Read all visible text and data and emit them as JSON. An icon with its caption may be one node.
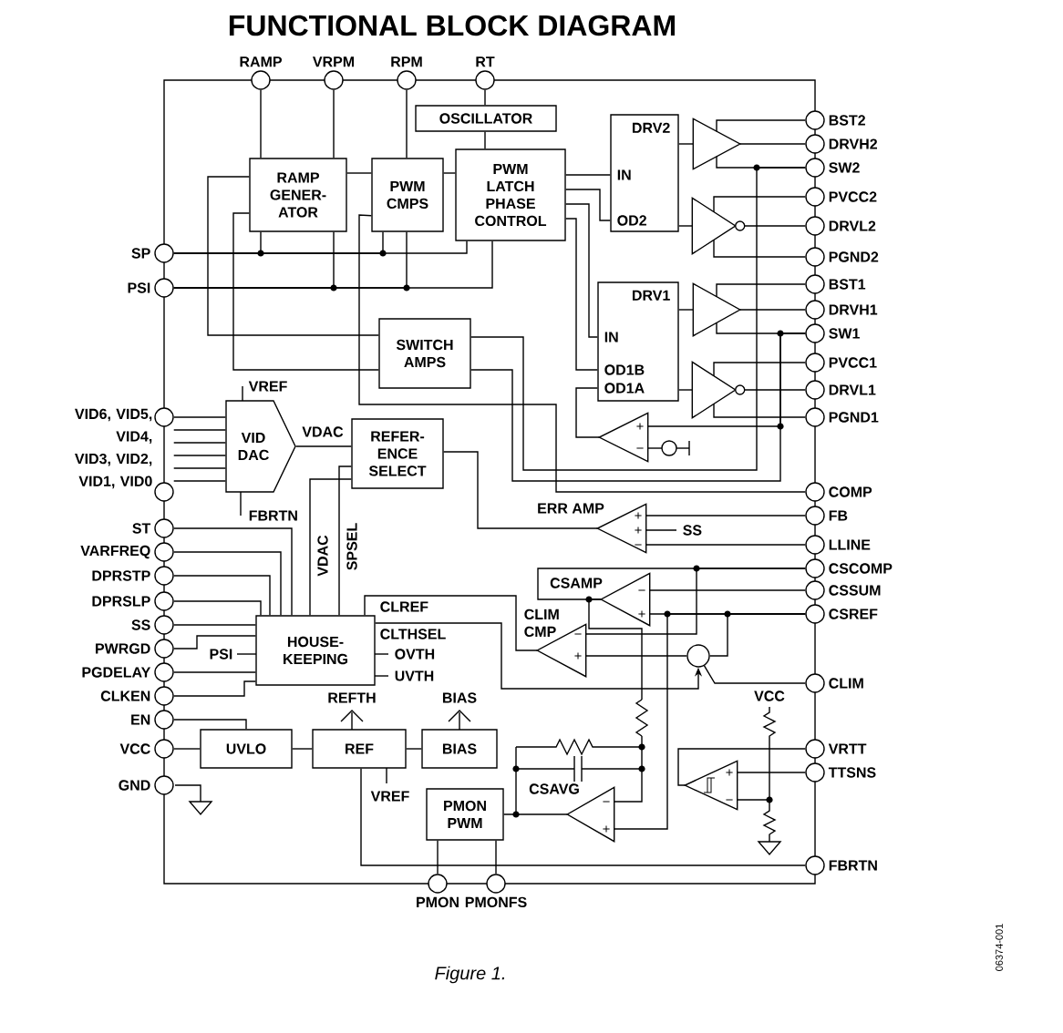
{
  "diagram": {
    "title": "FUNCTIONAL BLOCK DIAGRAM",
    "caption": "Figure 1.",
    "nodes": [
      {
        "text": [
          "RAMP"
        ]
      },
      {
        "text": [
          "VRPM"
        ]
      },
      {
        "text": [
          "RPM"
        ]
      },
      {
        "text": [
          "RT"
        ]
      },
      {
        "text": [
          "OSCILLATOR"
        ]
      },
      {
        "text": [
          "RAMP GENER- ATOR"
        ]
      },
      {
        "text": [
          "PWM CMPS"
        ]
      },
      {
        "text": [
          "PWM LATCH PHASE CONTROL"
        ]
      },
      {
        "text": [
          "DRV2",
          "IN",
          "OD2"
        ]
      },
      {
        "text": [],
        "shape": "triangle"
      },
      {
        "text": [],
        "shape": "triangle"
      },
      {
        "text": [
          "BST2"
        ]
      },
      {
        "text": [
          "DRVH2"
        ]
      },
      {
        "text": [
          "SW2"
        ]
      },
      {
        "text": [
          "PVCC2"
        ]
      },
      {
        "text": [
          "DRVL2"
        ]
      },
      {
        "text": [
          "PGND2"
        ]
      },
      {
        "text": [
          "SP"
        ]
      },
      {
        "text": [
          "PSI"
        ]
      },
      {
        "text": [
          "DRV1",
          "IN",
          "OD1B",
          "OD1A"
        ]
      },
      {
        "text": [],
        "shape": "triangle"
      },
      {
        "text": [],
        "shape": "triangle"
      },
      {
        "text": [
          "BST1"
        ]
      },
      {
        "text": [
          "DRVH1"
        ]
      },
      {
        "text": [
          "SW1"
        ]
      },
      {
        "text": [
          "PVCC1"
        ]
      },
      {
        "text": [
          "DRVL1"
        ]
      },
      {
        "text": [
          "PGND1"
        ]
      },
      {
        "text": [
          "SWITCH AMPS"
        ]
      },
      {
        "text": [],
        "shape": "triangle"
      },
      {
        "text": [
          "VID6, VID5, VID4, VID3, VID2, VID1, VID0"
        ]
      },
      {
        "text": [
          "VID DAC"
        ],
        "beside": [
          "VREF",
          "FBRTN"
        ]
      },
      {
        "text": [
          "REFER- ENCE SELECT"
        ]
      },
      {
        "text": [
          "COMP"
        ]
      },
      {
        "text": [
          "ERR AMP"
        ],
        "beside": [
          "SS"
        ]
      },
      {
        "text": [
          "FB"
        ]
      },
      {
        "text": [
          "LLINE"
        ]
      },
      {
        "text": [
          "CSCOMP"
        ]
      },
      {
        "text": [
          "CSSUM"
        ]
      },
      {
        "text": [
          "CSREF"
        ]
      },
      {
        "text": [
          "ST"
        ]
      },
      {
        "text": [
          "VARFREQ"
        ]
      },
      {
        "text": [
          "DPRSTP"
        ]
      },
      {
        "text": [
          "DPRSLP"
        ]
      },
      {
        "text": [
          "SS"
        ]
      },
      {
        "text": [
          "PWRGD"
        ]
      },
      {
        "text": [
          "PGDELAY"
        ]
      },
      {
        "text": [
          "CLKEN"
        ]
      },
      {
        "text": [
          "CSAMP"
        ]
      },
      {
        "text": [
          "CLIM CMP"
        ]
      },
      {
        "text": [],
        "shape": "circle"
      },
      {
        "text": [
          "HOUSE- KEEPING"
        ],
        "beside": [
          "PSI",
          "OVTH",
          "UVTH"
        ]
      },
      {
        "text": [
          "CLIM"
        ]
      },
      {
        "text": [
          "EN"
        ]
      },
      {
        "text": [
          "VCC"
        ]
      },
      {
        "text": [
          "GND"
        ]
      },
      {
        "text": [
          "UVLO"
        ]
      },
      {
        "text": [
          "REF"
        ],
        "beside": [
          "REFTH",
          "VREF"
        ]
      },
      {
        "text": [
          "BIAS"
        ],
        "beside": [
          "BIAS"
        ]
      },
      {
        "text": [
          "VRTT"
        ]
      },
      {
        "text": [
          "TTSNS"
        ]
      },
      {
        "text": [],
        "shape": "triangle"
      },
      {
        "text": [
          "CSAVG"
        ]
      },
      {
        "text": [
          "PMON PWM"
        ]
      },
      {
        "text": [
          "FBRTN"
        ]
      },
      {
        "text": [
          "PMON"
        ]
      },
      {
        "text": [
          "PMONFS"
        ]
      }
    ],
    "edges": [
      {
        "from": 0,
        "to": 5,
        "arrow": "none"
      },
      {
        "from": 1,
        "to": 5,
        "arrow": "none"
      },
      {
        "from": 2,
        "to": 6,
        "arrow": "none"
      },
      {
        "from": 3,
        "to": 4,
        "arrow": "none"
      },
      {
        "from": 4,
        "to": 7,
        "arrow": "none"
      },
      {
        "from": 5,
        "to": 6,
        "arrow": "none"
      },
      {
        "from": 6,
        "to": 7,
        "arrow": "none"
      },
      {
        "from": 17,
        "to": 7,
        "arrow": "none"
      },
      {
        "from": 18,
        "to": 7,
        "arrow": "none"
      },
      {
        "from": 7,
        "to": 8,
        "arrow": "none"
      },
      {
        "from": 7,
        "to": 8,
        "arrow": "none"
      },
      {
        "from": 7,
        "to": 19,
        "arrow": "none"
      },
      {
        "from": 7,
        "to": 19,
        "arrow": "none"
      },
      {
        "from": 8,
        "to": 9,
        "arrow": "none"
      },
      {
        "from": 8,
        "to": 10,
        "arrow": "none"
      },
      {
        "from": 9,
        "to": 12,
        "arrow": "none"
      },
      {
        "from": 11,
        "to": 9,
        "arrow": "none"
      },
      {
        "from": 9,
        "to": 13,
        "arrow": "none"
      },
      {
        "from": 10,
        "to": 15,
        "arrow": "none"
      },
      {
        "from": 14,
        "to": 10,
        "arrow": "none"
      },
      {
        "from": 10,
        "to": 16,
        "arrow": "none"
      },
      {
        "from": 19,
        "to": 20,
        "arrow": "none"
      },
      {
        "from": 19,
        "to": 21,
        "arrow": "none"
      },
      {
        "from": 20,
        "to": 23,
        "arrow": "none"
      },
      {
        "from": 22,
        "to": 20,
        "arrow": "none"
      },
      {
        "from": 20,
        "to": 24,
        "arrow": "none"
      },
      {
        "from": 21,
        "to": 26,
        "arrow": "none"
      },
      {
        "from": 25,
        "to": 21,
        "arrow": "none"
      },
      {
        "from": 21,
        "to": 27,
        "arrow": "none"
      },
      {
        "from": 29,
        "to": 19,
        "arrow": "none"
      },
      {
        "from": 24,
        "to": 29,
        "arrow": "none"
      },
      {
        "from": 28,
        "to": 13,
        "arrow": "none"
      },
      {
        "from": 28,
        "to": 24,
        "arrow": "none"
      },
      {
        "from": 5,
        "to": 28,
        "arrow": "none"
      },
      {
        "from": 5,
        "to": 28,
        "arrow": "none"
      },
      {
        "from": 6,
        "to": 33,
        "arrow": "none"
      },
      {
        "from": 30,
        "to": 31,
        "arrow": "none"
      },
      {
        "from": 31,
        "to": 32,
        "arrow": "none"
      },
      {
        "from": 32,
        "to": 34,
        "arrow": "none"
      },
      {
        "from": 35,
        "to": 34,
        "arrow": "none"
      },
      {
        "from": 36,
        "to": 34,
        "arrow": "none"
      },
      {
        "from": 48,
        "to": 37,
        "arrow": "none"
      },
      {
        "from": 38,
        "to": 48,
        "arrow": "none"
      },
      {
        "from": 37,
        "to": 49,
        "arrow": "none"
      },
      {
        "from": 39,
        "to": 48,
        "arrow": "none"
      },
      {
        "from": 39,
        "to": 62,
        "arrow": "none"
      },
      {
        "from": 39,
        "to": 50,
        "arrow": "none"
      },
      {
        "from": 52,
        "to": 50,
        "arrow": "none"
      },
      {
        "from": 50,
        "to": 49,
        "arrow": "none"
      },
      {
        "from": 49,
        "to": 51,
        "arrow": "none"
      },
      {
        "from": 51,
        "to": 50,
        "arrow": "to"
      },
      {
        "from": 40,
        "to": 51,
        "arrow": "none"
      },
      {
        "from": 41,
        "to": 51,
        "arrow": "none"
      },
      {
        "from": 42,
        "to": 51,
        "arrow": "none"
      },
      {
        "from": 43,
        "to": 51,
        "arrow": "none"
      },
      {
        "from": 44,
        "to": 51,
        "arrow": "none"
      },
      {
        "from": 45,
        "to": 51,
        "arrow": "none"
      },
      {
        "from": 46,
        "to": 51,
        "arrow": "none"
      },
      {
        "from": 47,
        "to": 51,
        "arrow": "none"
      },
      {
        "from": 51,
        "to": 32,
        "arrow": "none"
      },
      {
        "from": 32,
        "to": 51,
        "arrow": "none"
      },
      {
        "from": 53,
        "to": 56,
        "arrow": "none"
      },
      {
        "from": 54,
        "to": 56,
        "arrow": "none"
      },
      {
        "from": 56,
        "to": 57,
        "arrow": "none"
      },
      {
        "from": 57,
        "to": 58,
        "arrow": "none"
      },
      {
        "from": 57,
        "to": 64,
        "arrow": "none"
      },
      {
        "from": 62,
        "to": 63,
        "arrow": "none"
      },
      {
        "from": 48,
        "to": 62,
        "arrow": "none"
      },
      {
        "from": 63,
        "to": 65,
        "arrow": "none"
      },
      {
        "from": 63,
        "to": 66,
        "arrow": "none"
      },
      {
        "from": 61,
        "to": 59,
        "arrow": "none"
      },
      {
        "from": 60,
        "to": 61,
        "arrow": "none"
      },
      {
        "from": 5,
        "to": 17,
        "arrow": "none"
      },
      {
        "from": 6,
        "to": 17,
        "arrow": "none"
      },
      {
        "from": 5,
        "to": 18,
        "arrow": "none"
      },
      {
        "from": 6,
        "to": 18,
        "arrow": "none"
      },
      {
        "from": 30,
        "to": 31,
        "arrow": "none"
      },
      {
        "from": 30,
        "to": 31,
        "arrow": "none"
      },
      {
        "from": 30,
        "to": 31,
        "arrow": "none"
      },
      {
        "from": 30,
        "to": 31,
        "arrow": "none"
      },
      {
        "from": 30,
        "to": 31,
        "arrow": "none"
      }
    ],
    "labels": [
      "VDAC",
      "VDAC",
      "SPSEL",
      "CLREF",
      "CLTHSEL",
      "VCC",
      "06374-001"
    ]
  }
}
